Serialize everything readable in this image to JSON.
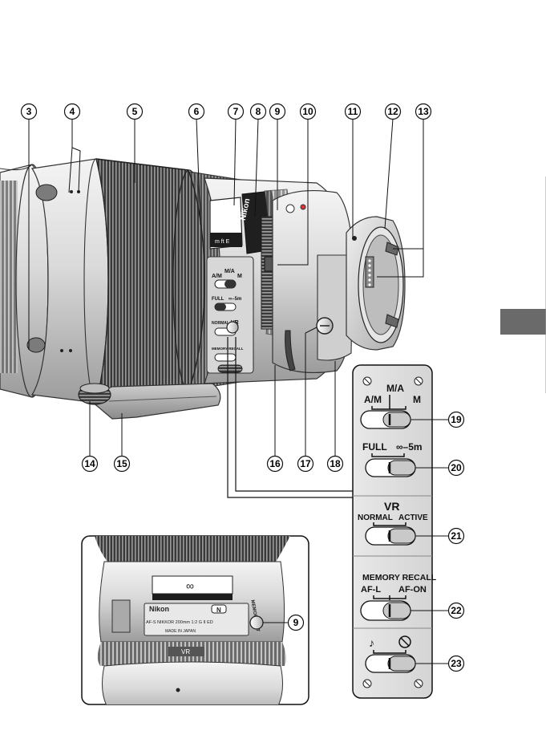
{
  "top_callouts": [
    "3",
    "4",
    "5",
    "6",
    "7",
    "8",
    "9",
    "10",
    "11",
    "12",
    "13"
  ],
  "bottom_callouts": [
    "14",
    "15",
    "16",
    "17",
    "18"
  ],
  "right_callouts": [
    "19",
    "20",
    "21",
    "22",
    "23"
  ],
  "inset_callout": "9",
  "lens_body_text": {
    "brand": "Nikon",
    "mode_left": "A/M",
    "mode_mid": "M/A",
    "mode_right": "M",
    "range_left": "FULL",
    "range_right": "∞–5m",
    "vr": "VR",
    "vr_mode": "NORMAL",
    "memory": "MEMORY RECALL"
  },
  "switch_panel": {
    "sw19": {
      "left": "A/M",
      "middle": "M/A",
      "right": "M"
    },
    "sw20": {
      "left": "FULL",
      "right": "∞–5m"
    },
    "sw21": {
      "title": "VR",
      "left": "NORMAL",
      "right": "ACTIVE"
    },
    "sw22": {
      "title": "MEMORY RECALL",
      "left": "AF-L",
      "right": "AF-ON"
    },
    "sw23": {
      "left": "♪",
      "right": "🔕"
    }
  },
  "inset": {
    "distance": "∞",
    "brand": "Nikon",
    "model": "AF-S NIKKOR 200mm 1:2 G II ED",
    "made_in": "MADE IN JAPAN",
    "memory_set": "MEMORY SET",
    "vr": "VR"
  }
}
